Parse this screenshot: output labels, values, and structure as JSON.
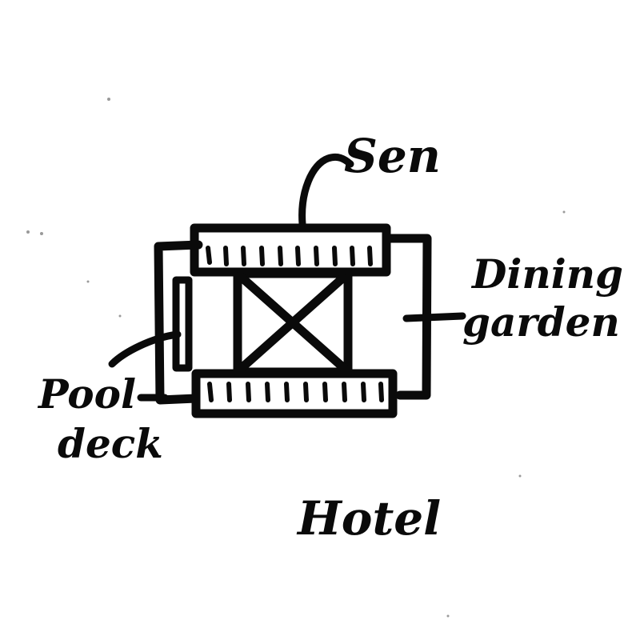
{
  "labels": {
    "top": "Sen",
    "right_line1": "Dining",
    "right_line2": "garden",
    "left_line1": "Pool",
    "left_line2": "deck",
    "bottom": "Hotel"
  },
  "colors": {
    "ink": "#0a0a0a",
    "paper": "#ffffff"
  }
}
